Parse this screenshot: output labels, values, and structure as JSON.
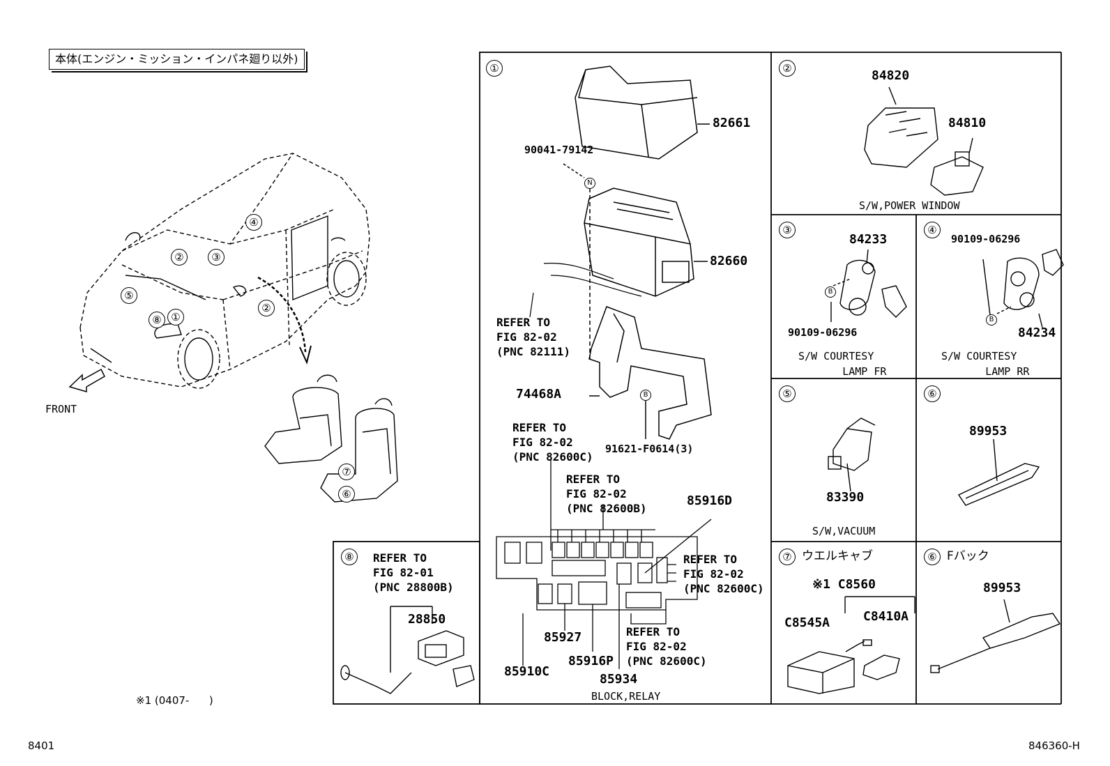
{
  "header": {
    "title": "本体(エンジン・ミッション・インパネ廻り以外)"
  },
  "front_label": "FRONT",
  "car_callouts": [
    "④",
    "②",
    "③",
    "⑤",
    "⑧",
    "①",
    "②",
    "⑦",
    "⑥"
  ],
  "panel1": {
    "number": "①",
    "parts": [
      "82661",
      "90041-79142",
      "82660",
      "74468A",
      "91621-F0614(3)",
      "85916D",
      "85927",
      "85910C",
      "85916P",
      "85934"
    ],
    "refers": [
      "REFER TO\nFIG 82-02\n(PNC 82111)",
      "REFER TO\nFIG 82-02\n(PNC 82600C)",
      "REFER TO\nFIG 82-02\n(PNC 82600B)",
      "REFER TO\nFIG 82-02\n(PNC 82600C)",
      "REFER TO\nFIG 82-02\n(PNC 82600C)"
    ],
    "caption": "BLOCK,RELAY"
  },
  "panel2": {
    "number": "②",
    "parts": [
      "84820",
      "84810"
    ],
    "caption": "S/W,POWER WINDOW"
  },
  "panel3": {
    "number": "③",
    "parts": [
      "84233",
      "90109-06296"
    ],
    "caption": "S/W COURTESY\n       LAMP FR"
  },
  "panel4": {
    "number": "④",
    "parts": [
      "90109-06296",
      "84234"
    ],
    "caption": "S/W COURTESY\n       LAMP RR"
  },
  "panel5": {
    "number": "⑤",
    "parts": [
      "83390"
    ],
    "caption": "S/W,VACUUM"
  },
  "panel6a": {
    "number": "⑥",
    "parts": [
      "89953"
    ]
  },
  "panel7": {
    "number": "⑦",
    "title": "ウエルキャブ",
    "parts": [
      "※1 C8560",
      "C8545A",
      "C8410A"
    ]
  },
  "panel6b": {
    "number": "⑥",
    "title": "Fバック",
    "parts": [
      "89953"
    ]
  },
  "panel8": {
    "number": "⑧",
    "refer": "REFER TO\nFIG 82-01\n(PNC 28800B)",
    "parts": [
      "28850"
    ]
  },
  "mark_b": "B",
  "mark_n": "N",
  "footnote": "※1 (0407-      )",
  "footer": {
    "left": "8401",
    "right": "846360-H"
  }
}
